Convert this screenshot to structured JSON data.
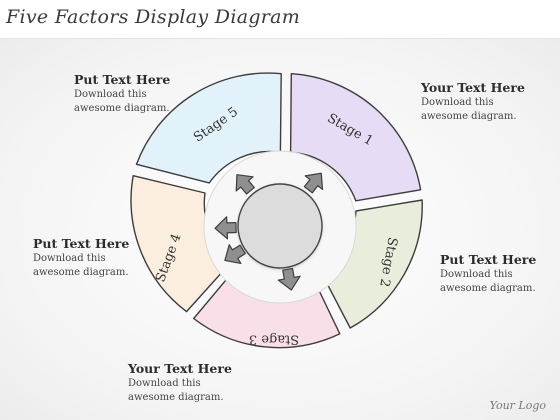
{
  "title": "Five Factors Display Diagram",
  "stages": [
    {
      "label": "Stage 1",
      "color": "#e6dcf6"
    },
    {
      "label": "Stage 2",
      "color": "#e9eedc"
    },
    {
      "label": "Stage 3",
      "color": "#f8dfe8"
    },
    {
      "label": "Stage 4",
      "color": "#fbeede"
    },
    {
      "label": "Stage 5",
      "color": "#e2f2fb"
    }
  ],
  "notes": [
    {
      "title": "Put Text Here",
      "line1": "Download this",
      "line2": "awesome diagram."
    },
    {
      "title": "Your Text Here",
      "line1": "Download this",
      "line2": "awesome diagram."
    },
    {
      "title": "Put Text Here",
      "line1": "Download this",
      "line2": "awesome diagram."
    },
    {
      "title": "Put Text Here",
      "line1": "Download this",
      "line2": "awesome diagram."
    },
    {
      "title": "Your Text Here",
      "line1": "Download this",
      "line2": "awesome diagram."
    }
  ],
  "logo": "Your Logo"
}
